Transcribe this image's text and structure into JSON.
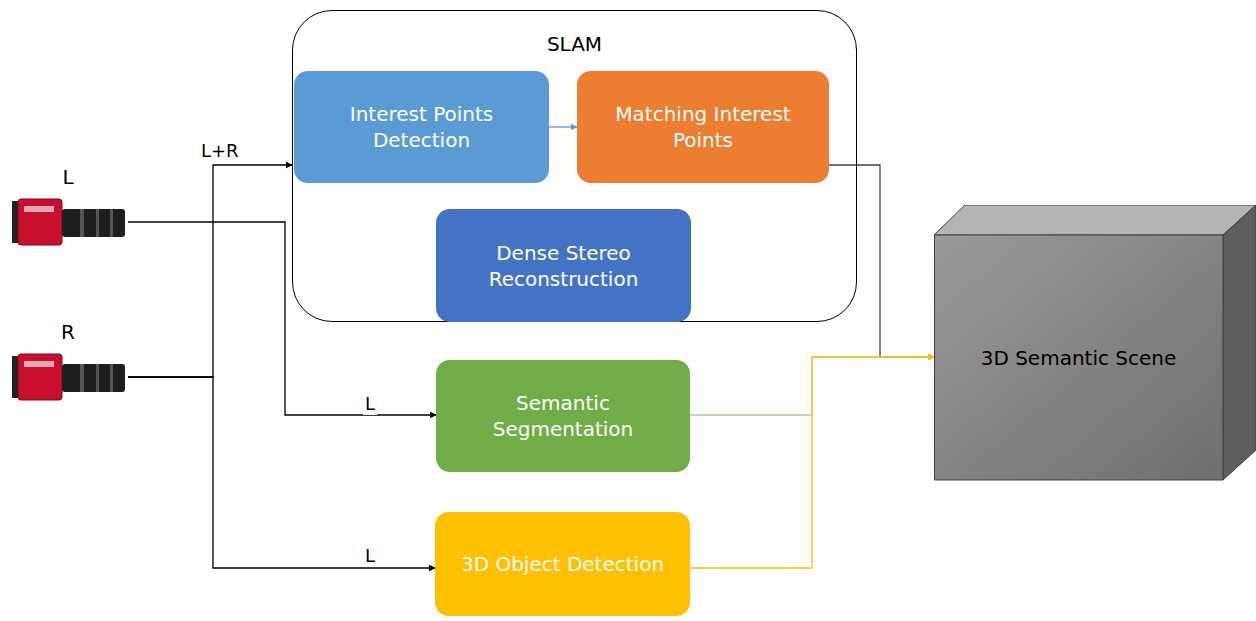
{
  "diagram": {
    "nodes": [
      {
        "text": [
          "SLAM"
        ]
      },
      {
        "text": [
          "Interest Points Detection"
        ],
        "in": 0
      },
      {
        "text": [
          "Matching Interest Points"
        ],
        "in": 0
      },
      {
        "text": [
          "Dense Stereo Reconstruction"
        ],
        "in": 0
      },
      {
        "text": [
          "L"
        ]
      },
      {
        "text": [
          "R"
        ]
      },
      {
        "text": [
          "Semantic Segmentation"
        ]
      },
      {
        "text": [
          "3D Object Detection"
        ]
      },
      {
        "text": [
          "3D Semantic Scene"
        ]
      }
    ],
    "edges": [
      {
        "from": 1,
        "to": 2,
        "arrow": "to"
      },
      {
        "from": 5,
        "to": 0,
        "label": "L+R",
        "arrow": "to"
      },
      {
        "from": 4,
        "to": 6,
        "label": "L",
        "arrow": "to"
      },
      {
        "from": 5,
        "to": 7,
        "label": "L",
        "arrow": "to"
      },
      {
        "from": 2,
        "to": 8,
        "arrow": "to"
      },
      {
        "from": 6,
        "to": 8,
        "arrow": "to"
      },
      {
        "from": 7,
        "to": 8,
        "arrow": "to"
      }
    ]
  }
}
